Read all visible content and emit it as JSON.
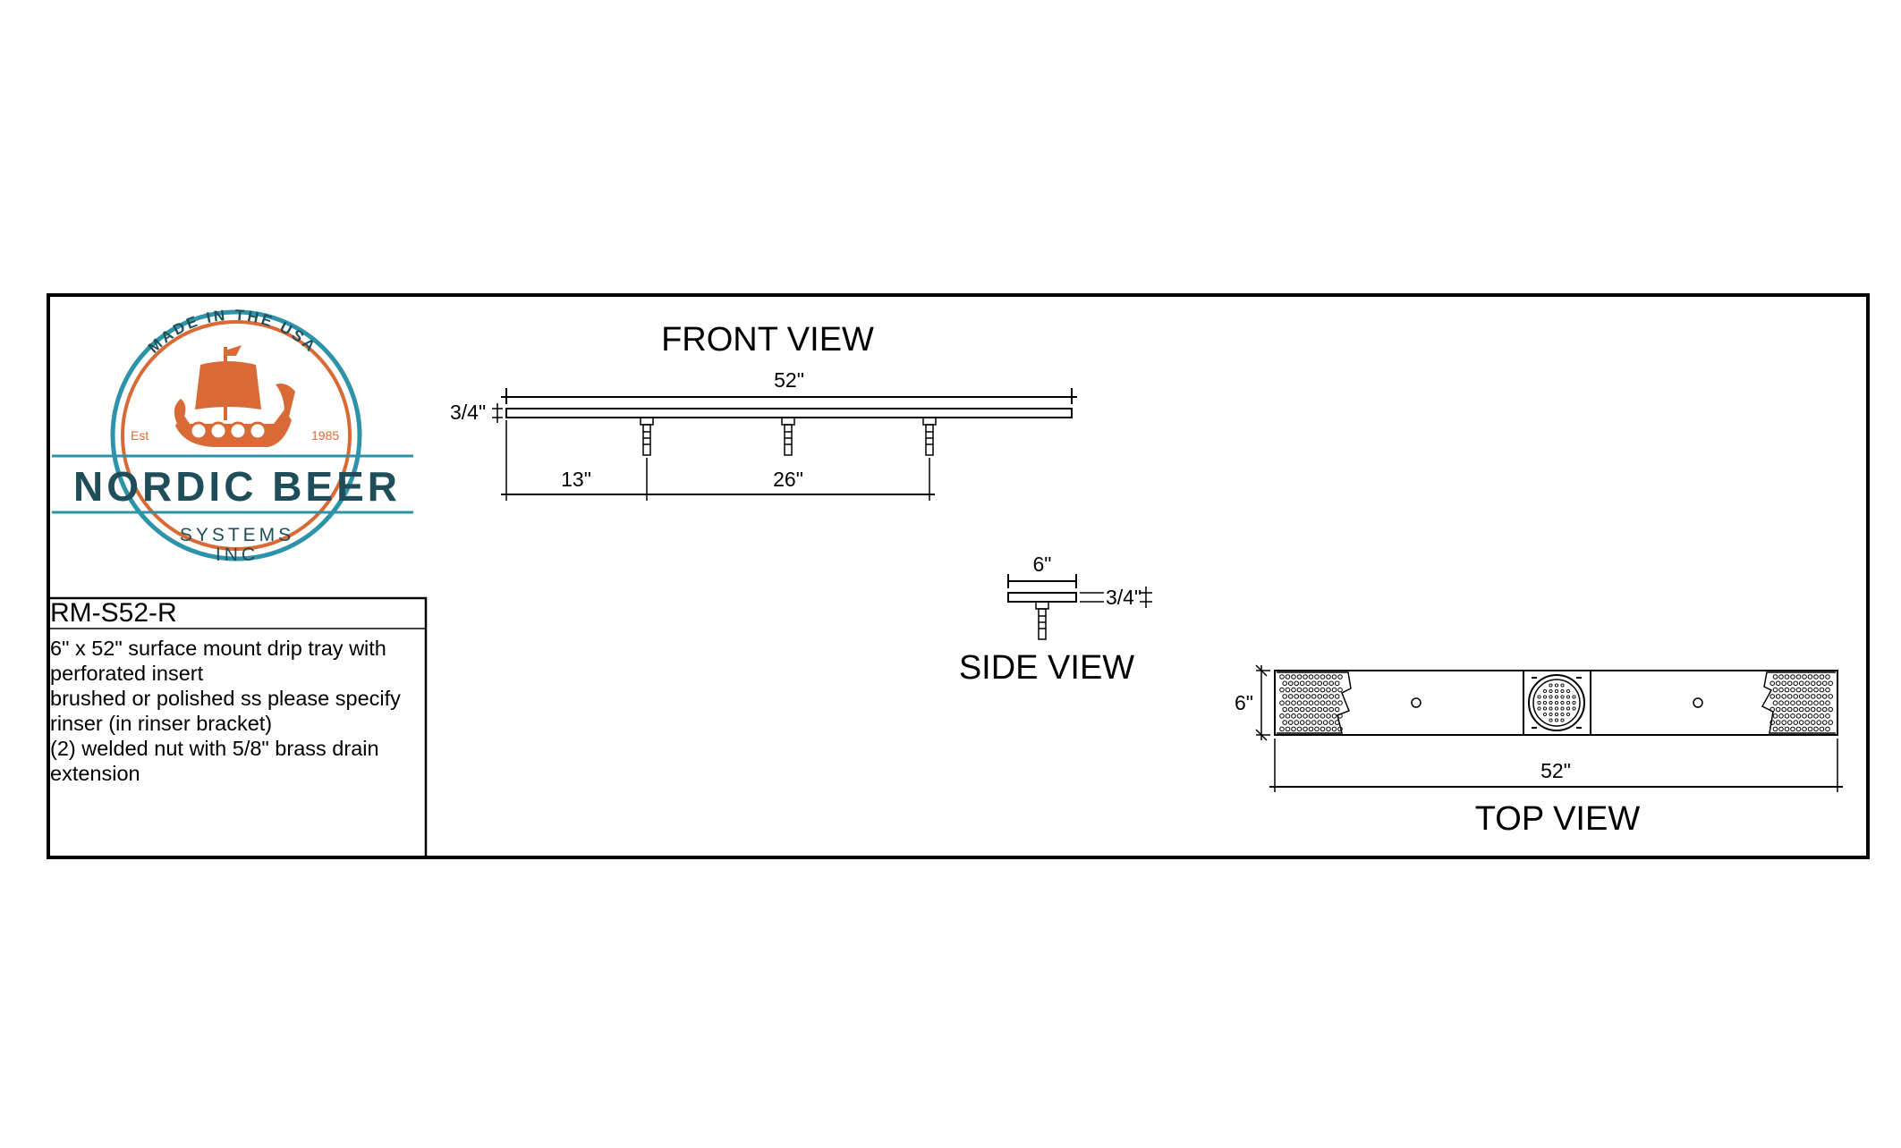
{
  "logo": {
    "arc_text": "MADE IN THE USA",
    "est_label": "Est",
    "est_year": "1985",
    "brand_name": "NORDIC BEER",
    "brand_sub1": "SYSTEMS",
    "brand_sub2": "INC",
    "colors": {
      "teal": "#2d93a8",
      "orange": "#d96a35",
      "navy": "#1f4e5a"
    }
  },
  "product": {
    "model": "RM-S52-R",
    "description": [
      "6\" x 52\" surface mount drip tray with",
      "perforated insert",
      "brushed or polished ss please specify",
      "rinser (in rinser bracket)",
      "(2) welded nut with 5/8\" brass drain",
      "extension"
    ]
  },
  "views": {
    "front": {
      "title": "FRONT VIEW",
      "length": "52\"",
      "thickness": "3/4\"",
      "offset": "13\"",
      "spacing": "26\""
    },
    "side": {
      "title": "SIDE VIEW",
      "width": "6\"",
      "thickness": "3/4\""
    },
    "top": {
      "title": "TOP VIEW",
      "width": "6\"",
      "length": "52\""
    }
  }
}
